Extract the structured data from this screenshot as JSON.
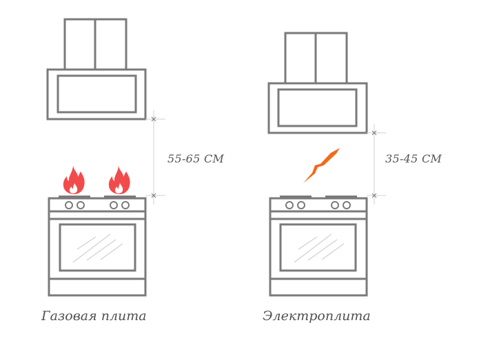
{
  "colors": {
    "outline": "#7a7a7a",
    "dimension_line": "#cfcfcf",
    "flame": "#f24b4b",
    "flame_inner": "#ffffff",
    "lightning": "#f26a1b",
    "glass_highlight": "#d8d8d8",
    "text": "#555555",
    "background": "#ffffff"
  },
  "panels": [
    {
      "id": "gas",
      "caption": "Газовая плита",
      "distance_label": "55-65 СМ",
      "heat_icon": "flame-icon",
      "burner_count": 2
    },
    {
      "id": "electric",
      "caption": "Электроплита",
      "distance_label": "35-45 СМ",
      "heat_icon": "lightning-icon",
      "burner_count": 2
    }
  ]
}
